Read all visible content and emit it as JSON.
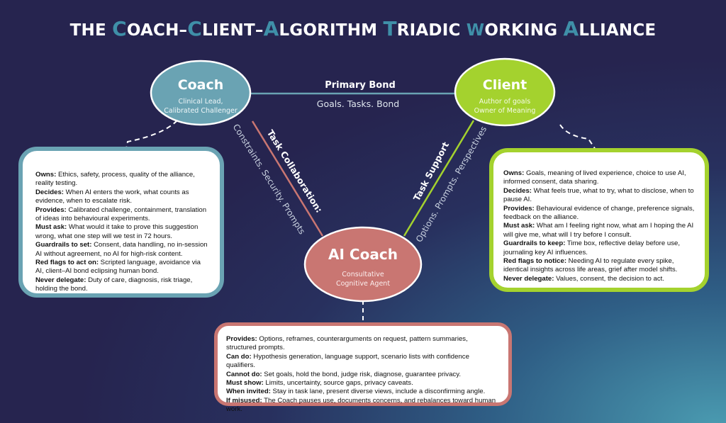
{
  "title": {
    "segments": [
      {
        "text": "THE ",
        "hl": false
      },
      {
        "text": "C",
        "hl": true
      },
      {
        "text": "OACH–",
        "hl": false
      },
      {
        "text": "C",
        "hl": true
      },
      {
        "text": "LIENT–",
        "hl": false
      },
      {
        "text": "A",
        "hl": true
      },
      {
        "text": "LGORITHM ",
        "hl": false
      },
      {
        "text": "T",
        "hl": true
      },
      {
        "text": "RIADIC ",
        "hl": false
      },
      {
        "text": "W",
        "hl": true
      },
      {
        "text": "ORKING ",
        "hl": false
      },
      {
        "text": "A",
        "hl": true
      },
      {
        "text": "LLIANCE",
        "hl": false
      }
    ]
  },
  "colors": {
    "coach": "#6aa3b3",
    "client": "#a4d22e",
    "ai": "#c97672",
    "title_highlight": "#3f8fa8",
    "background": "#26244f"
  },
  "nodes": {
    "coach": {
      "name": "Coach",
      "line1": "Clinical Lead,",
      "line2": "Calibrated Challenger"
    },
    "client": {
      "name": "Client",
      "line1": "Author of goals",
      "line2": "Owner of Meaning"
    },
    "ai": {
      "name": "AI Coach",
      "line1": "Consultative",
      "line2": "Cognitive Agent"
    }
  },
  "links": {
    "primary": {
      "label": "Primary Bond",
      "sub": "Goals. Tasks. Bond"
    },
    "collab": {
      "label": "Task Collaboration:",
      "sub": "Constraints. Security. Prompts"
    },
    "support": {
      "label": "Task Support",
      "sub": "Options. Prompts. Perspectives"
    }
  },
  "coach_box": [
    {
      "k": "Owns:",
      "v": " Ethics, safety, process, quality of the alliance, reality testing."
    },
    {
      "k": "Decides:",
      "v": " When AI enters the work, what counts as evidence, when to escalate risk."
    },
    {
      "k": "Provides:",
      "v": " Calibrated challenge, containment, translation of ideas into behavioural experiments."
    },
    {
      "k": "Must ask:",
      "v": " What would it take to prove this suggestion wrong, what one step will we test in 72 hours."
    },
    {
      "k": "Guardrails to set:",
      "v": " Consent, data handling, no in-session AI without agreement, no AI for high-risk content."
    },
    {
      "k": "Red flags to act on:",
      "v": " Scripted language, avoidance via AI, client–AI bond eclipsing human bond."
    },
    {
      "k": "Never delegate:",
      "v": " Duty of care, diagnosis, risk triage, holding the bond."
    }
  ],
  "client_box": [
    {
      "k": "Owns:",
      "v": " Goals, meaning of lived experience, choice to use AI, informed consent, data sharing."
    },
    {
      "k": "Decides:",
      "v": " What feels true, what to try, what to disclose, when to pause AI."
    },
    {
      "k": "Provides:",
      "v": " Behavioural evidence of change, preference signals, feedback on the alliance."
    },
    {
      "k": "Must ask:",
      "v": " What am I feeling right now, what am I hoping the AI will give me, what will I try before I consult."
    },
    {
      "k": "Guardrails to keep:",
      "v": " Time box, reflective delay before use, journaling key AI influences."
    },
    {
      "k": "Red flags to notice:",
      "v": " Needing AI to regulate every spike, identical insights across life areas, grief after model shifts."
    },
    {
      "k": "Never delegate:",
      "v": " Values, consent, the decision to act."
    }
  ],
  "ai_box": [
    {
      "k": "Provides:",
      "v": " Options, reframes, counterarguments on request, pattern summaries, structured prompts."
    },
    {
      "k": "Can do:",
      "v": " Hypothesis generation, language support, scenario lists with confidence qualifiers."
    },
    {
      "k": "Cannot do:",
      "v": " Set goals, hold the bond, judge risk, diagnose, guarantee privacy."
    },
    {
      "k": "Must show:",
      "v": " Limits, uncertainty, source gaps, privacy caveats."
    },
    {
      "k": "When invited:",
      "v": " Stay in task lane, present diverse views, include a disconfirming angle."
    },
    {
      "k": "If misused:",
      "v": " The Coach pauses use, documents concerns, and rebalances toward human work."
    }
  ]
}
